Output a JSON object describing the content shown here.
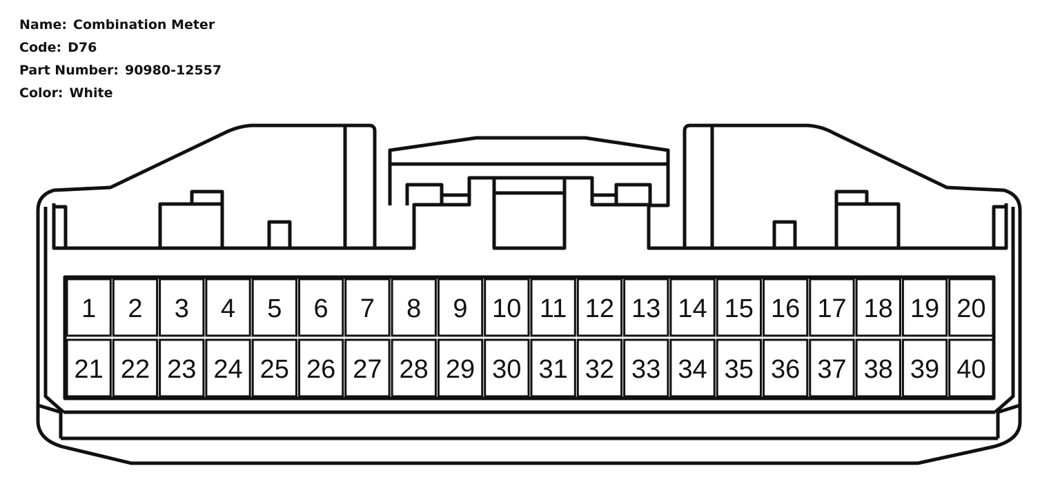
{
  "connector_info": {
    "name_label": "Name:",
    "name_value": "Combination Meter",
    "code_label": "Code:",
    "code_value": "D76",
    "part_number_label": "Part Number:",
    "part_number_value": "90980-12557",
    "color_label": "Color:",
    "color_value": "White"
  },
  "pins": {
    "top_row": [
      "1",
      "2",
      "3",
      "4",
      "5",
      "6",
      "7",
      "8",
      "9",
      "10",
      "11",
      "12",
      "13",
      "14",
      "15",
      "16",
      "17",
      "18",
      "19",
      "20"
    ],
    "bottom_row": [
      "21",
      "22",
      "23",
      "24",
      "25",
      "26",
      "27",
      "28",
      "29",
      "30",
      "31",
      "32",
      "33",
      "34",
      "35",
      "36",
      "37",
      "38",
      "39",
      "40"
    ]
  },
  "colors": {
    "line": "#111111",
    "background": "#ffffff"
  }
}
